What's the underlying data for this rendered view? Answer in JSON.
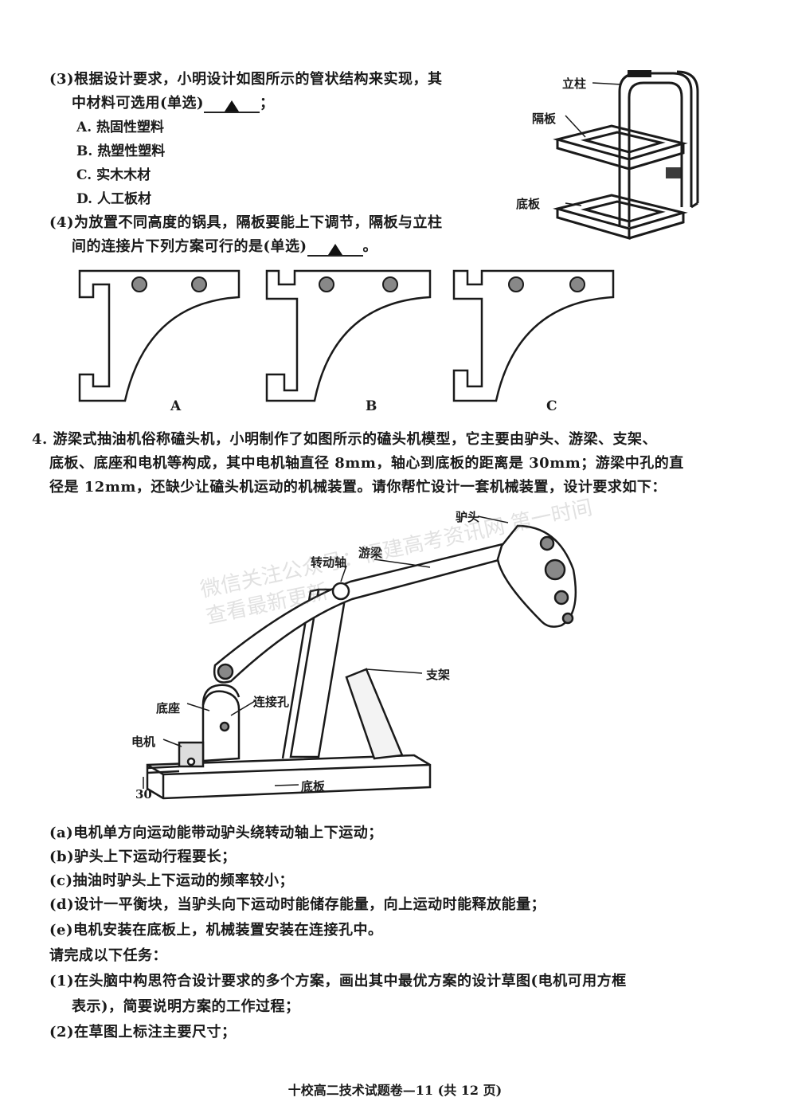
{
  "q3": {
    "line1": "(3)根据设计要求，小明设计如图所示的管状结构来实现，其",
    "line2_prefix": "中材料可选用(单选)",
    "line2_suffix": "；",
    "options": [
      "A. 热固性塑料",
      "B. 热塑性塑料",
      "C. 实木木材",
      "D. 人工板材"
    ]
  },
  "q4": {
    "line1": "(4)为放置不同高度的锅具，隔板要能上下调节，隔板与立柱",
    "line2_prefix": "间的连接片下列方案可行的是(单选)",
    "line2_suffix": "。"
  },
  "rack_labels": {
    "post": "立柱",
    "shelf": "隔板",
    "base": "底板"
  },
  "bracket_labels": [
    "A",
    "B",
    "C"
  ],
  "problem4": {
    "line1": "4. 游梁式抽油机俗称磕头机，小明制作了如图所示的磕头机模型，它主要由驴头、游梁、支架、",
    "line2": "底板、底座和电机等构成，其中电机轴直径 8mm，轴心到底板的距离是 30mm；游梁中孔的直",
    "line3": "径是 12mm，还缺少让磕头机运动的机械装置。请你帮忙设计一套机械装置，设计要求如下："
  },
  "pump_labels": {
    "horsehead": "驴头",
    "shaft": "转动轴",
    "beam": "游梁",
    "support": "支架",
    "base_seat": "底座",
    "hole": "连接孔",
    "motor": "电机",
    "plate": "底板",
    "dim": "30"
  },
  "watermark": "微信关注公众号：福建高考资讯网 第一时间查看最新更新",
  "requirements": [
    "(a)电机单方向运动能带动驴头绕转动轴上下运动；",
    "(b)驴头上下运动行程要长；",
    "(c)抽油时驴头上下运动的频率较小；",
    "(d)设计一平衡块，当驴头向下运动时能储存能量，向上运动时能释放能量；",
    "(e)电机安装在底板上，机械装置安装在连接孔中。"
  ],
  "tasks_intro": "请完成以下任务：",
  "tasks": [
    "(1)在头脑中构思符合设计要求的多个方案，画出其中最优方案的设计草图(电机可用方框",
    "表示)，简要说明方案的工作过程；",
    "(2)在草图上标注主要尺寸；"
  ],
  "footer": "十校高二技术试题卷—11 (共 12 页)"
}
